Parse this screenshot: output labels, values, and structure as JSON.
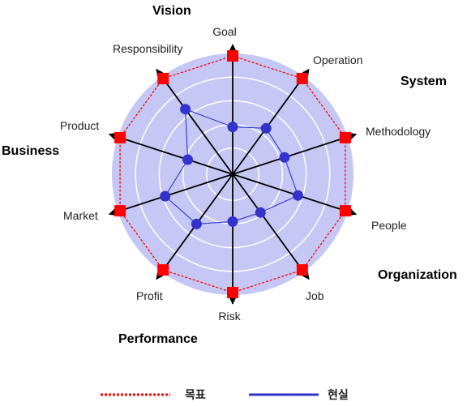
{
  "chart_data": {
    "type": "radar",
    "axes": [
      "Goal",
      "Operation",
      "Methodology",
      "People",
      "Job",
      "Risk",
      "Profit",
      "Market",
      "Product",
      "Responsibility"
    ],
    "rmax": 5,
    "rings": 5,
    "series": [
      {
        "name": "목표",
        "values": [
          5,
          5,
          5,
          5,
          5,
          5,
          5,
          5,
          5,
          5
        ]
      },
      {
        "name": "현실",
        "values": [
          2.0,
          2.4,
          2.3,
          2.9,
          2.0,
          2.0,
          2.6,
          3.0,
          2.0,
          3.4
        ]
      }
    ],
    "groups": [
      "Vision",
      "System",
      "Organization",
      "Performance",
      "Business"
    ],
    "colors": {
      "fill": "#c5c8f5",
      "ring": "#ffffff",
      "axis": "#000000",
      "target": "#ff0000",
      "actual": "#3333cc"
    }
  }
}
